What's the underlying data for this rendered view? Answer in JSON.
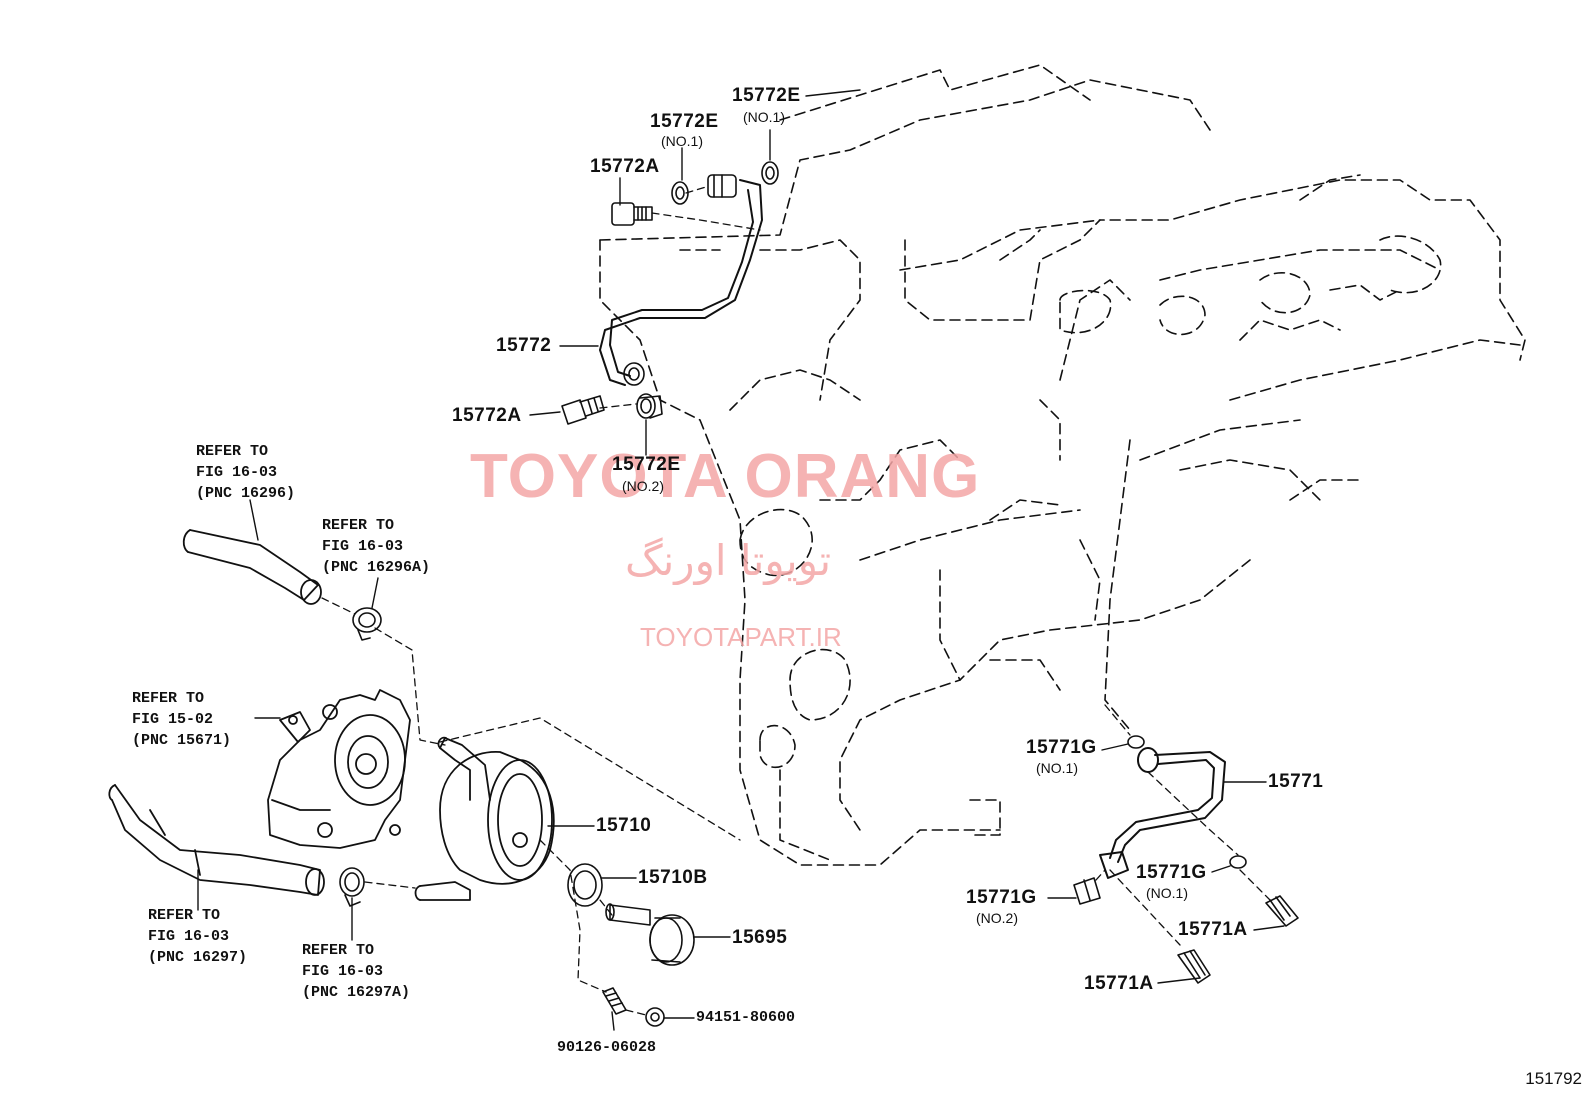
{
  "watermark": {
    "brand": "TOYOTA ORANG",
    "brand_fa": "تویوتا اورنگ",
    "site": "TOYOTAPART.IR"
  },
  "figure_number": "151792",
  "labels": {
    "p15772E_top": "15772E",
    "p15772E_top_sub": "(NO.1)",
    "p15772E_mid": "15772E",
    "p15772E_mid_sub": "(NO.1)",
    "p15772A_top": "15772A",
    "p15772": "15772",
    "p15772A_low": "15772A",
    "p15772E_low": "15772E",
    "p15772E_low_sub": "(NO.2)",
    "p15710": "15710",
    "p15710B": "15710B",
    "p15695": "15695",
    "p90126": "90126-06028",
    "p94151": "94151-80600",
    "p15771G_a": "15771G",
    "p15771G_a_sub": "(NO.1)",
    "p15771": "15771",
    "p15771G_b": "15771G",
    "p15771G_b_sub": "(NO.1)",
    "p15771G_c": "15771G",
    "p15771G_c_sub": "(NO.2)",
    "p15771A_a": "15771A",
    "p15771A_b": "15771A"
  },
  "refs": {
    "ref1": "REFER TO\nFIG 16-03\n(PNC 16296)",
    "ref2": "REFER TO\nFIG 16-03\n(PNC 16296A)",
    "ref3": "REFER TO\nFIG 15-02\n(PNC 15671)",
    "ref4": "REFER TO\nFIG 16-03\n(PNC 16297)",
    "ref5": "REFER TO\nFIG 16-03\n(PNC 16297A)"
  }
}
